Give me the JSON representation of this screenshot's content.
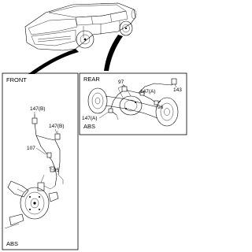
{
  "front_panel": {
    "title": "FRONT",
    "footer": "ABS",
    "callouts": [
      "147(B)",
      "147(B)",
      "107",
      "95"
    ]
  },
  "rear_panel": {
    "title": "REAR",
    "footer": "ABS",
    "callouts": [
      "97",
      "147(A)",
      "143",
      "147(A)",
      "96"
    ]
  }
}
